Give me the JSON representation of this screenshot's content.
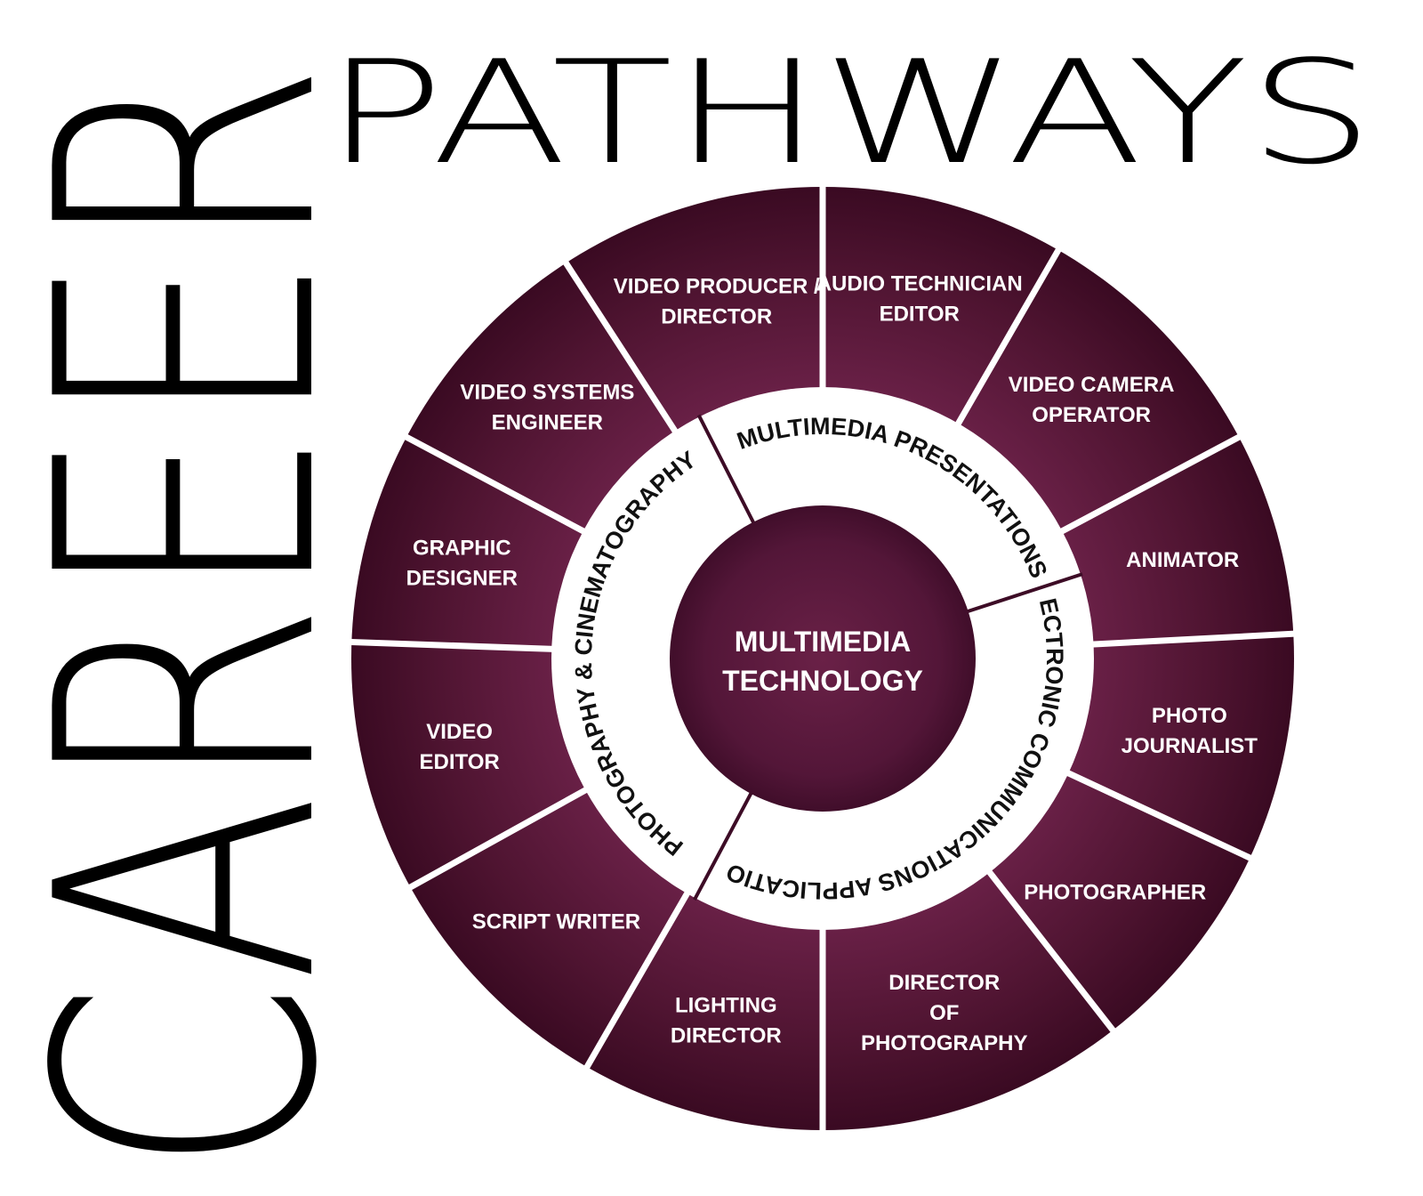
{
  "title": {
    "career": "CAREER",
    "pathways": "PATHWAYS"
  },
  "colors": {
    "segment_fill": "#5e1a3d",
    "segment_fill_dark": "#3d0c26",
    "ring_fill": "#ffffff",
    "center_fill": "#54173a",
    "divider": "#ffffff",
    "ring_text": "#111111",
    "segment_text": "#ffffff"
  },
  "center": {
    "line1": "MULTIMEDIA",
    "line2": "TECHNOLOGY"
  },
  "pathways": [
    {
      "name": "MULTIMEDIA PRESENTATIONS"
    },
    {
      "name": "ELECTRONIC COMMUNICATIONS APPLICATIONS"
    },
    {
      "name": "PHOTOGRAPHY & CINEMATOGRAPHY"
    }
  ],
  "careers": [
    {
      "lines": [
        "AUDIO TECHNICIAN",
        "EDITOR"
      ]
    },
    {
      "lines": [
        "VIDEO CAMERA",
        "OPERATOR"
      ]
    },
    {
      "lines": [
        "ANIMATOR"
      ]
    },
    {
      "lines": [
        "PHOTO",
        "JOURNALIST"
      ]
    },
    {
      "lines": [
        "PHOTOGRAPHER"
      ]
    },
    {
      "lines": [
        "DIRECTOR",
        "OF",
        "PHOTOGRAPHY"
      ]
    },
    {
      "lines": [
        "LIGHTING",
        "DIRECTOR"
      ]
    },
    {
      "lines": [
        "SCRIPT WRITER"
      ]
    },
    {
      "lines": [
        "VIDEO",
        "EDITOR"
      ]
    },
    {
      "lines": [
        "GRAPHIC",
        "DESIGNER"
      ]
    },
    {
      "lines": [
        "VIDEO SYSTEMS",
        "ENGINEER"
      ]
    },
    {
      "lines": [
        "VIDEO PRODUCER /",
        "DIRECTOR"
      ]
    }
  ]
}
